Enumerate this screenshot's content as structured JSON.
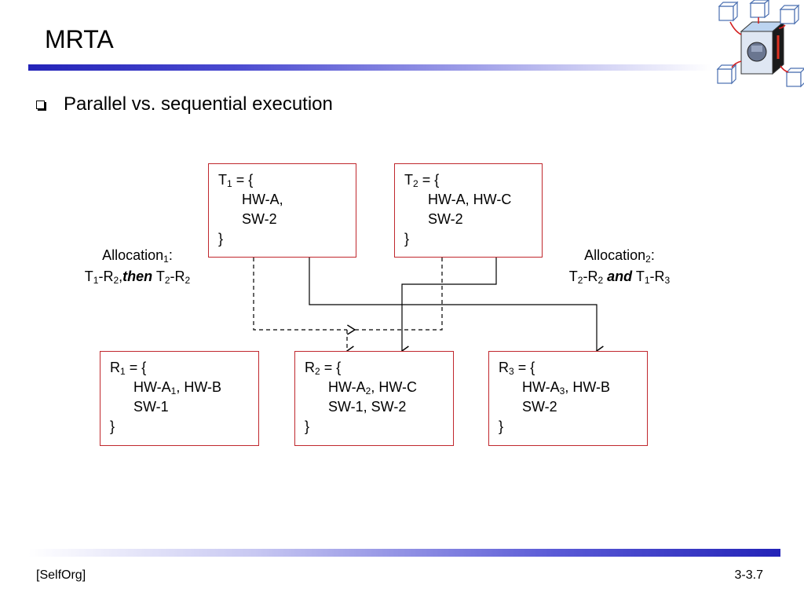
{
  "slide": {
    "title": "MRTA",
    "bullet": "Parallel vs. sequential execution",
    "footer_left": "[SelfOrg]",
    "footer_right": "3-3.7"
  },
  "tasks": [
    {
      "name": "T",
      "index": "1",
      "open": " = {",
      "lines": [
        "HW-A,",
        "SW-2"
      ],
      "close": "}"
    },
    {
      "name": "T",
      "index": "2",
      "open": " = {",
      "lines": [
        "HW-A, HW-C",
        "SW-2"
      ],
      "close": "}"
    }
  ],
  "resources": [
    {
      "name": "R",
      "index": "1",
      "open": " = {",
      "line1_pre": "HW-A",
      "line1_sub": "1",
      "line1_post": ", HW-B",
      "line2": "SW-1",
      "close": "}"
    },
    {
      "name": "R",
      "index": "2",
      "open": " = {",
      "line1_pre": "HW-A",
      "line1_sub": "2",
      "line1_post": ", HW-C",
      "line2": "SW-1, SW-2",
      "close": "}"
    },
    {
      "name": "R",
      "index": "3",
      "open": " = {",
      "line1_pre": "HW-A",
      "line1_sub": "3",
      "line1_post": ", HW-B",
      "line2": "SW-2",
      "close": "}"
    }
  ],
  "allocations": [
    {
      "label": "Allocation",
      "label_sub": "1",
      "colon": ":",
      "a": "T",
      "a_sub": "1",
      "a_dash": "-R",
      "a_sub2": "2",
      "sep": ",",
      "keyword": "then",
      "b": "T",
      "b_sub": "2",
      "b_dash": "-R",
      "b_sub2": "2"
    },
    {
      "label": "Allocation",
      "label_sub": "2",
      "colon": ":",
      "a": "T",
      "a_sub": "2",
      "a_dash": "-R",
      "a_sub2": "2",
      "sep": "",
      "keyword": "and",
      "b": "T",
      "b_sub": "1",
      "b_dash": "-R",
      "b_sub2": "3"
    }
  ],
  "colors": {
    "box_border": "#c0272d",
    "title_bar": "#2323b8",
    "connector": "#000000"
  }
}
